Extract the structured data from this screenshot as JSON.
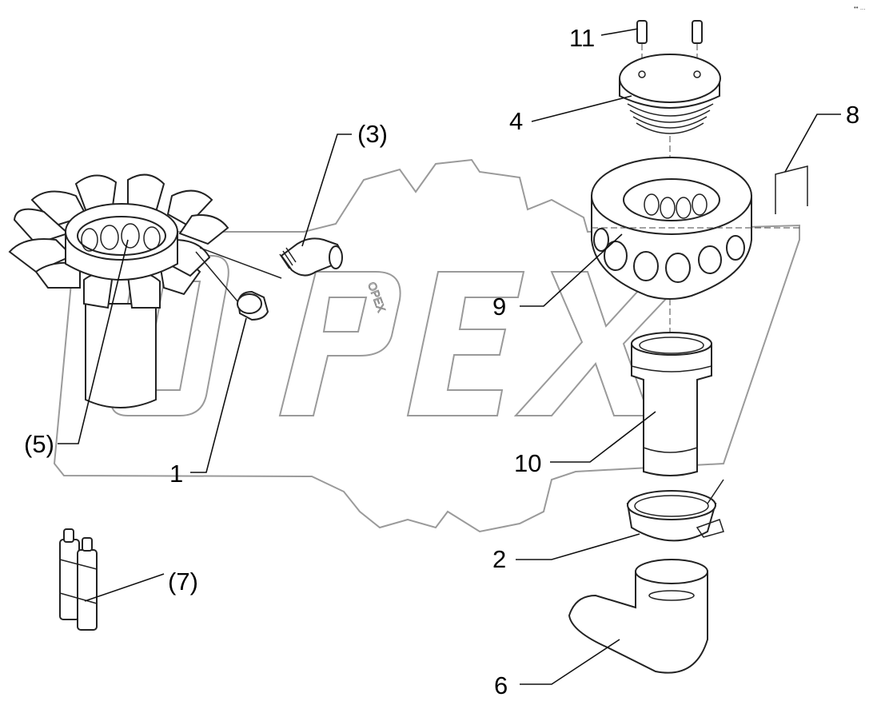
{
  "watermark_text": "OPEX",
  "corner_mark": "•• ...",
  "callouts": [
    {
      "id": "11",
      "text": "11"
    },
    {
      "id": "4",
      "text": "4"
    },
    {
      "id": "8",
      "text": "8"
    },
    {
      "id": "3",
      "text": "(3)"
    },
    {
      "id": "9",
      "text": "9"
    },
    {
      "id": "5",
      "text": "(5)"
    },
    {
      "id": "1",
      "text": "1"
    },
    {
      "id": "10",
      "text": "10"
    },
    {
      "id": "2",
      "text": "2"
    },
    {
      "id": "7",
      "text": "(7)"
    },
    {
      "id": "6",
      "text": "6"
    }
  ]
}
